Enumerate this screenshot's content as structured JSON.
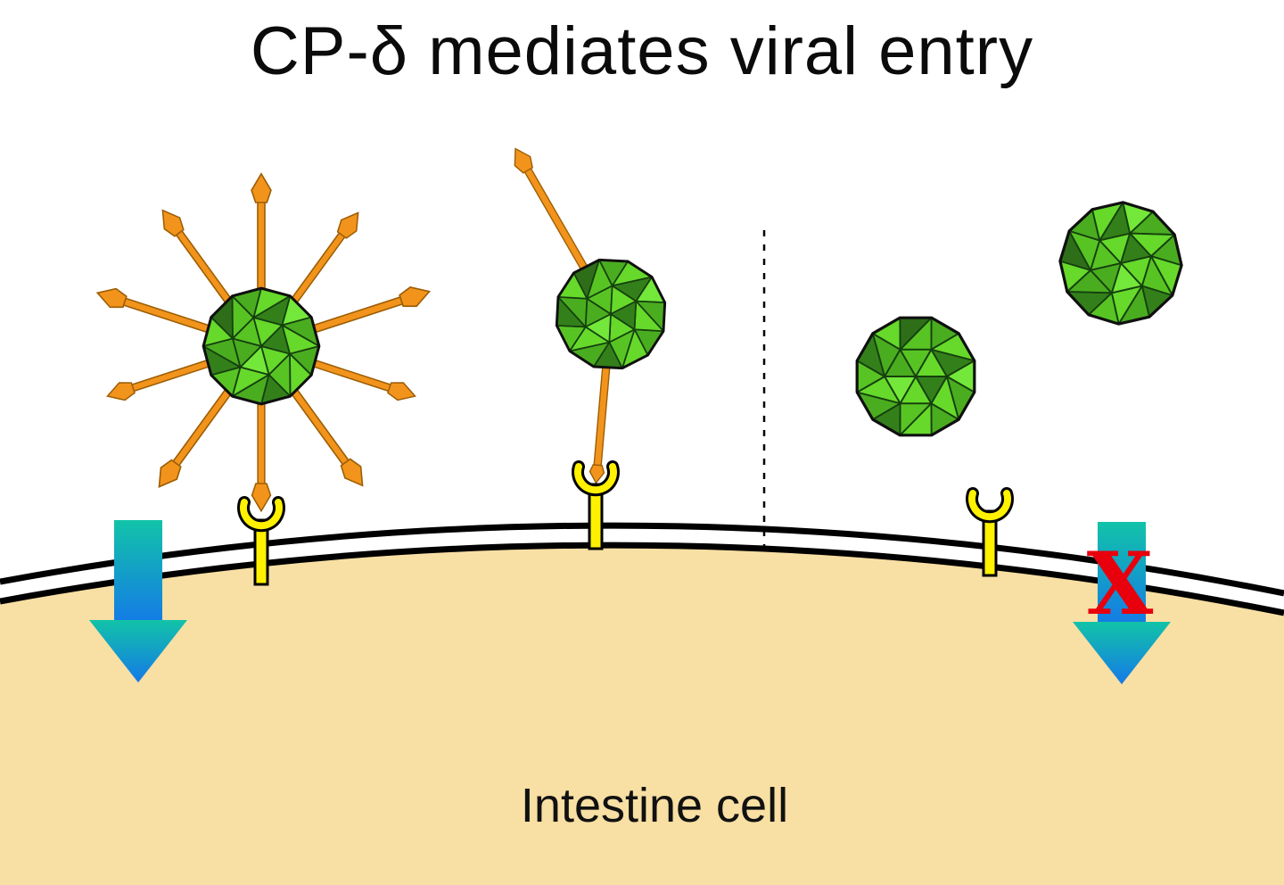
{
  "title": "CP-δ mediates viral entry",
  "cell_label": "Intestine cell",
  "right_panel": {
    "blocked_mark": "X"
  },
  "colors": {
    "background": "#FFFFFF",
    "virus_green_bright": "#66D92B",
    "virus_green_mid": "#4AAD20",
    "virus_green_dark": "#33801B",
    "fiber_orange": "#F2941C",
    "fiber_orange_outline": "#9C5E05",
    "receptor_yellow": "#FFF100",
    "membrane_black": "#000000",
    "cell_fill": "#F8DFA3",
    "arrow_gradient_top": "#12C3A8",
    "arrow_gradient_bottom": "#1479E8",
    "x_red": "#E8000D"
  }
}
